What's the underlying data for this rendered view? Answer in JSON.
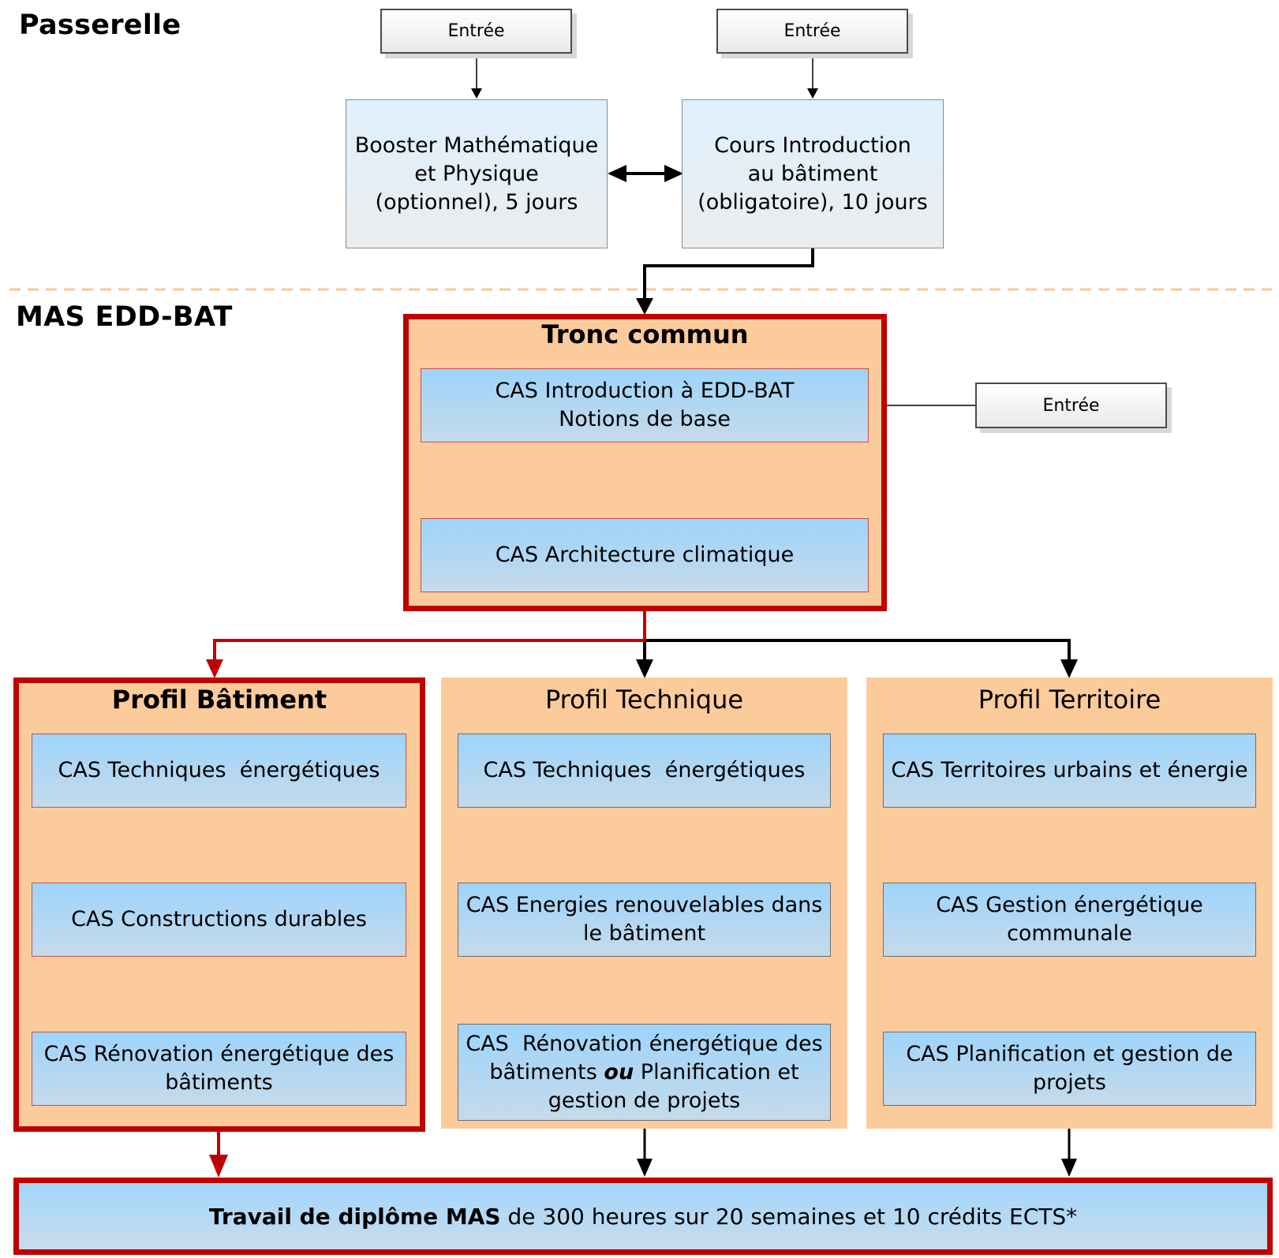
{
  "passerelle": {
    "title": "Passerelle",
    "entry_left": "Entrée",
    "entry_right": "Entrée",
    "booster": {
      "lines": [
        "Booster Mathématique",
        "et Physique",
        "(optionnel), 5 jours"
      ]
    },
    "cours": {
      "lines": [
        "Cours Introduction",
        "au bâtiment",
        "(obligatoire), 10 jours"
      ]
    }
  },
  "mas": {
    "title": "MAS EDD-BAT",
    "entry": "Entrée",
    "tronc": {
      "title": "Tronc commun",
      "intro": {
        "lines": [
          "CAS Introduction à EDD-BAT",
          "Notions de base"
        ]
      },
      "archi": {
        "lines": [
          "CAS Architecture climatique"
        ]
      }
    },
    "profiles": [
      {
        "title": "Profil Bâtiment",
        "items": [
          {
            "lines": [
              "CAS Techniques  énergétiques"
            ]
          },
          {
            "lines": [
              "CAS Constructions durables"
            ]
          },
          {
            "lines": [
              "CAS Rénovation énergétique des",
              "bâtiments"
            ]
          }
        ]
      },
      {
        "title": "Profil Technique",
        "items": [
          {
            "lines": [
              "CAS Techniques  énergétiques"
            ]
          },
          {
            "lines": [
              "CAS Energies renouvelables dans",
              "le bâtiment"
            ]
          },
          {
            "line1": "CAS  Rénovation énergétique des",
            "line2_pre": "bâtiments ",
            "line2_or": "ou",
            "line2_post": " Planification et",
            "line3": "gestion de projets"
          }
        ]
      },
      {
        "title": "Profil Territoire",
        "items": [
          {
            "lines": [
              "CAS Territoires urbains et énergie"
            ]
          },
          {
            "lines": [
              "CAS Gestion énergétique",
              "communale"
            ]
          },
          {
            "lines": [
              "CAS Planification et gestion de",
              "projets"
            ]
          }
        ]
      }
    ],
    "diploma": {
      "bold": "Travail de diplôme MAS",
      "rest": " de 300 heures sur 20 semaines et 10 crédits ECTS*"
    }
  },
  "colors": {
    "highlight_red": "#c00000",
    "container_orange": "#fccb9b",
    "separator_dashed": "#f8c89a",
    "cas_blue_top": "#9ed4fb",
    "cas_blue_bottom": "#c5daea"
  }
}
